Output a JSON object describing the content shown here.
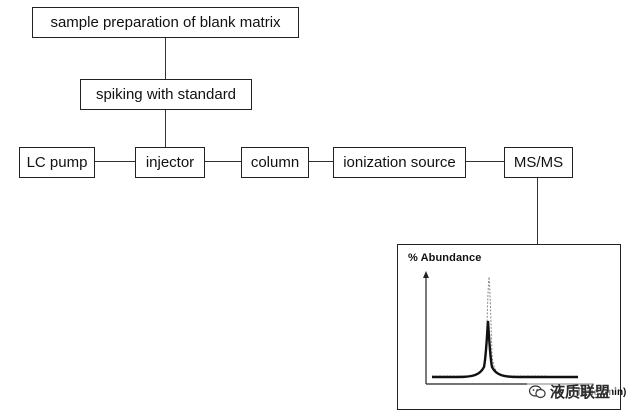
{
  "diagram": {
    "boxes": {
      "sample_prep": "sample preparation of blank matrix",
      "spiking": "spiking with standard",
      "lc_pump": "LC pump",
      "injector": "injector",
      "column": "column",
      "ionization": "ionization source",
      "msms": "MS/MS"
    },
    "panel": {
      "y_label": "% Abundance",
      "x_label": "Time (min)"
    }
  },
  "watermark": {
    "text": "液质联盟",
    "icon": "wechat-bubble-icon"
  },
  "colors": {
    "line": "#333333",
    "border": "#222222",
    "peak_solid": "#111111",
    "peak_dashed": "#888888"
  }
}
